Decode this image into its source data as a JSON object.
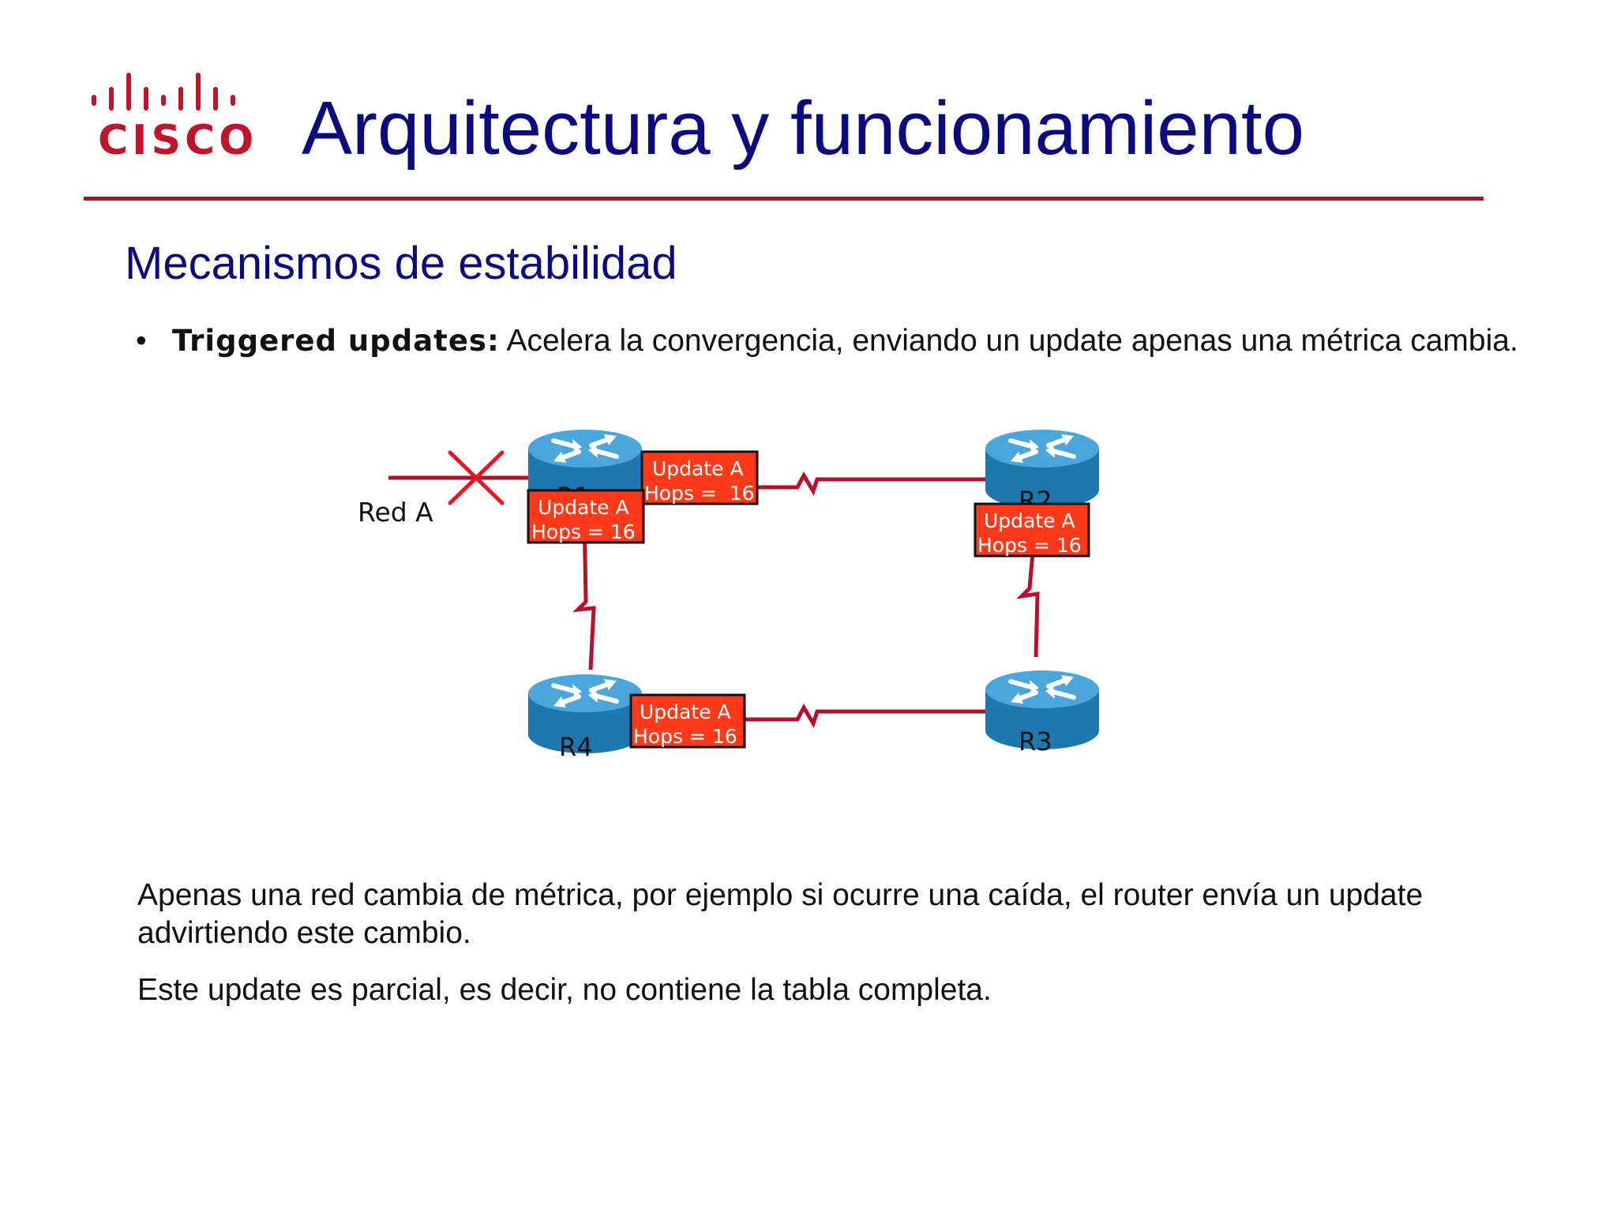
{
  "header": {
    "logo_text": "CISCO",
    "title": "Arquitectura y funcionamiento"
  },
  "section": {
    "subtitle": "Mecanismos de estabilidad",
    "bullet_term": "Triggered updates:",
    "bullet_text": " Acelera la convergencia, enviando un update apenas una métrica cambia."
  },
  "diagram": {
    "network_label": "Red A",
    "routers": {
      "r1": "R1",
      "r2": "R2",
      "r3": "R3",
      "r4": "R4"
    },
    "updates": {
      "r1_right": {
        "line1": "Update A",
        "line2": "Hops =  16"
      },
      "r1_below": {
        "line1": "Update A",
        "line2": "Hops = 16"
      },
      "r2_below": {
        "line1": "Update A",
        "line2": "Hops = 16"
      },
      "r4_right": {
        "line1": "Update A",
        "line2": "Hops = 16"
      }
    },
    "colors": {
      "router": "#2a8ac4",
      "link": "#b8102a",
      "update_box": "#ff3a1a",
      "failure_mark": "#e8141e"
    }
  },
  "body": {
    "paragraph1": "Apenas una red cambia de métrica, por ejemplo si ocurre una caída, el router envía un update advirtiendo este cambio.",
    "paragraph2": "Este update es parcial, es decir, no contiene la tabla completa."
  }
}
